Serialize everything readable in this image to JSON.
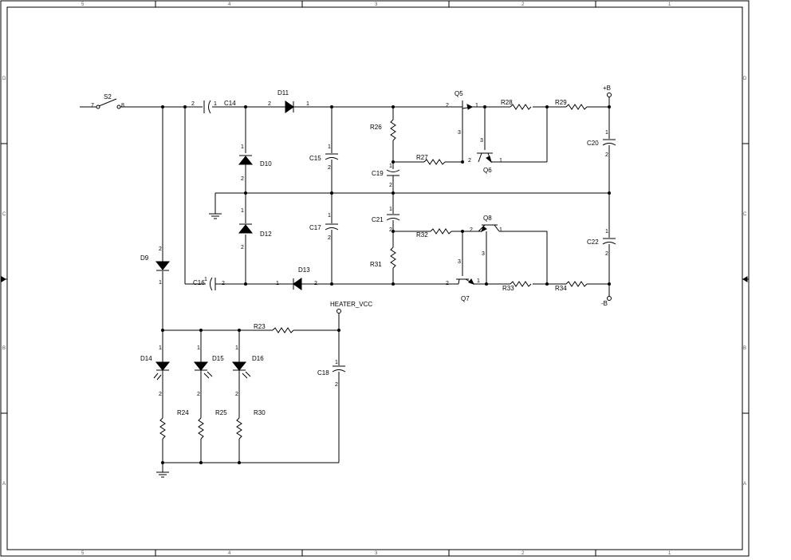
{
  "frame": {
    "top_columns": [
      "5",
      "4",
      "3",
      "2",
      "1"
    ],
    "bottom_columns": [
      "5",
      "4",
      "3",
      "2",
      "1"
    ],
    "left_rows": [
      "D",
      "C",
      "B",
      "A"
    ],
    "right_rows": [
      "D",
      "C",
      "B",
      "A"
    ]
  },
  "components": {
    "S2": "S2",
    "C14": "C14",
    "D11": "D11",
    "D10": "D10",
    "D12": "D12",
    "D13": "D13",
    "D9": "D9",
    "C15": "C15",
    "C17": "C17",
    "C16": "C16",
    "C19": "C19",
    "C21": "C21",
    "R26": "R26",
    "R27": "R27",
    "R31": "R31",
    "R32": "R32",
    "Q5": "Q5",
    "Q6": "Q6",
    "Q7": "Q7",
    "Q8": "Q8",
    "R28": "R28",
    "R29": "R29",
    "R33": "R33",
    "R34": "R34",
    "C20": "C20",
    "C22": "C22",
    "C18": "C18",
    "R23": "R23",
    "D14": "D14",
    "D15": "D15",
    "D16": "D16",
    "R24": "R24",
    "R25": "R25",
    "R30": "R30"
  },
  "nets": {
    "plus_b": "+B",
    "minus_b": "-B",
    "heater_vcc": "HEATER_VCC"
  },
  "pins": {
    "s2_a": "7",
    "s2_b": "8",
    "c14_a": "2",
    "c14_b": "1",
    "d11_a": "2",
    "d11_b": "1",
    "d10_a": "1",
    "d10_b": "2",
    "d12_a": "1",
    "d12_b": "2",
    "c15_a": "1",
    "c15_b": "2",
    "c17_a": "1",
    "c17_b": "2",
    "c19_a": "1",
    "c19_b": "2",
    "c21_a": "1",
    "c21_b": "2",
    "c16_a": "1",
    "c16_b": "2",
    "d13_a": "1",
    "d13_b": "2",
    "d9_a": "2",
    "d9_b": "1",
    "q5_a": "2",
    "q5_b": "1",
    "q5_c": "3",
    "q6_a": "2",
    "q6_b": "1",
    "q6_c": "3",
    "q8_a": "2",
    "q8_b": "1",
    "q8_c": "3",
    "q7_a": "2",
    "q7_b": "1",
    "q7_c": "3",
    "c20_a": "1",
    "c20_b": "2",
    "c22_a": "1",
    "c22_b": "2",
    "c18_a": "1",
    "c18_b": "2",
    "d14_a": "1",
    "d14_b": "2",
    "d15_a": "1",
    "d15_b": "2",
    "d16_a": "1",
    "d16_b": "2"
  }
}
